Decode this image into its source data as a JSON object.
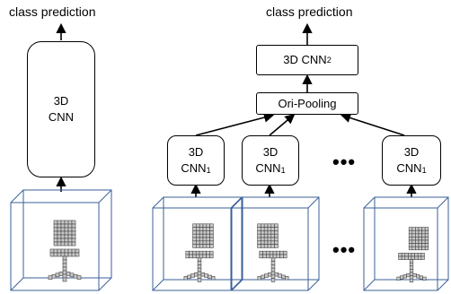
{
  "left_model": {
    "output_label": "class prediction",
    "cnn_line1": "3D",
    "cnn_line2": "CNN"
  },
  "right_model": {
    "output_label": "class prediction",
    "cnn2_main": "3D CNN",
    "cnn2_sub": "2",
    "pooling_label": "Ori-Pooling",
    "cnn1_line1": "3D",
    "cnn1_main": "CNN",
    "cnn1_sub": "1",
    "ellipsis": "•••"
  },
  "colors": {
    "stroke": "#000000",
    "voxel_cube": "#3a5f9a",
    "voxel_fill": "#c9c9c9"
  },
  "icons": [
    "arrow-up-icon",
    "voxel-chair-icon",
    "wireframe-cube-icon"
  ]
}
